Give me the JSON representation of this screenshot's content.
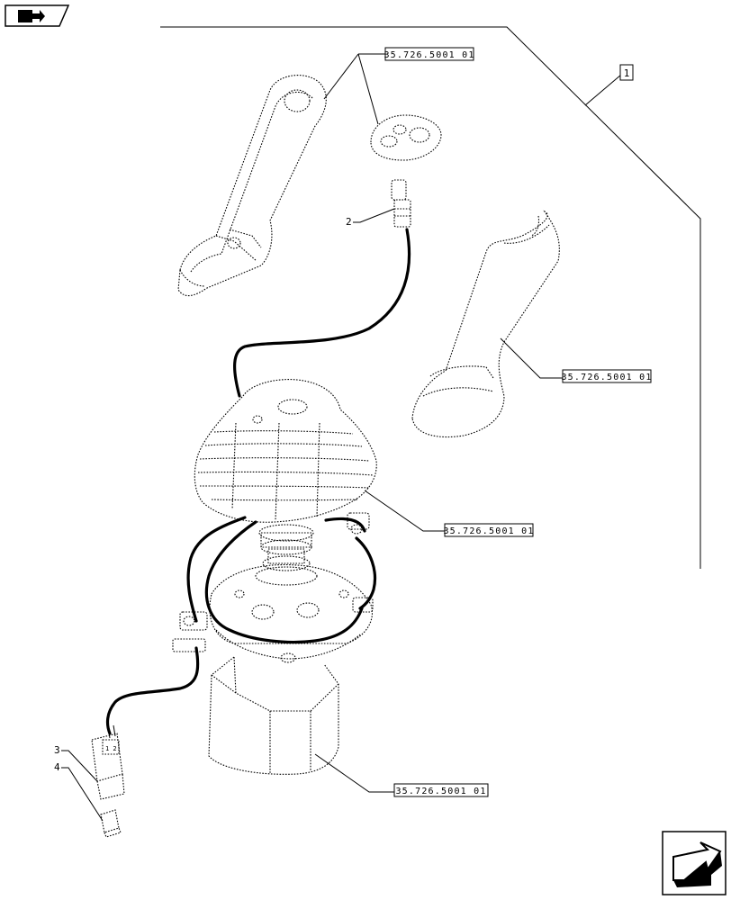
{
  "nav": {
    "top_left_icon": "book-arrow-icon",
    "bottom_right_icon": "next-page-arrow-icon"
  },
  "callouts": {
    "group": "1",
    "item2": "2",
    "item3": "3",
    "item4": "4"
  },
  "references": [
    "35.726.5001 01",
    "35.726.5001 01",
    "35.726.5001 01",
    "35.726.5001 01"
  ]
}
